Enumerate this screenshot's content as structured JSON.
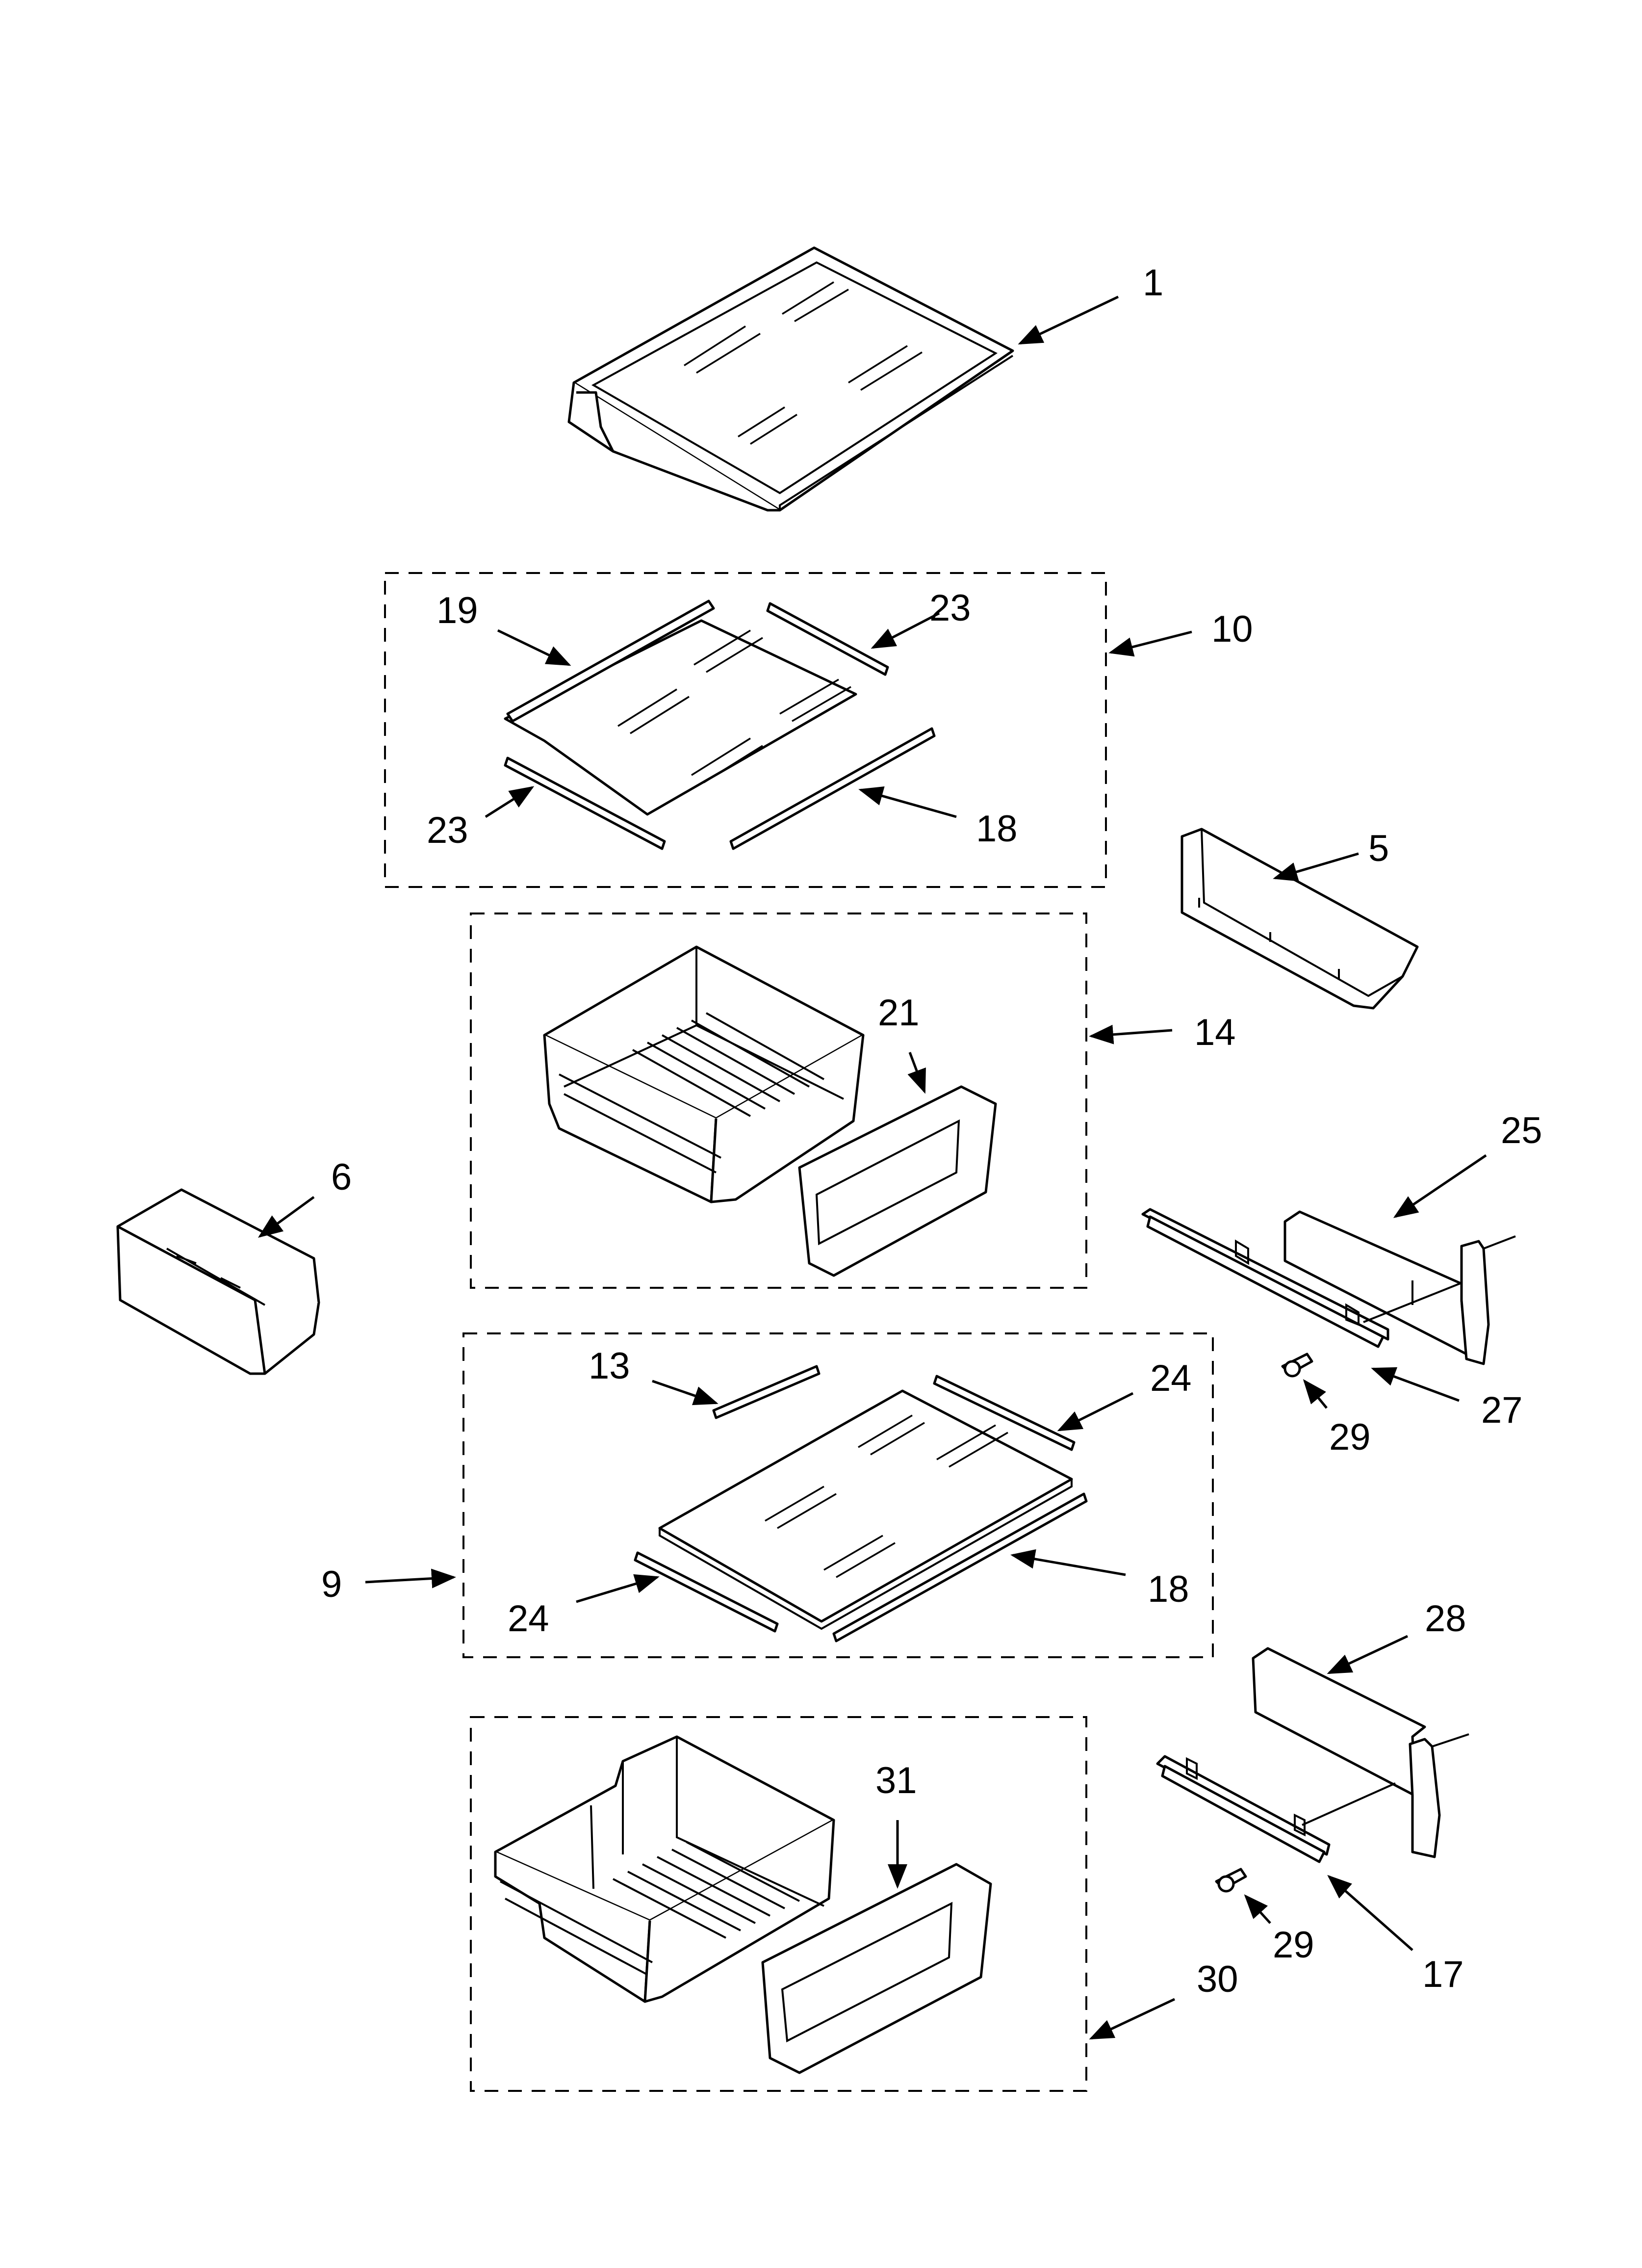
{
  "callouts": {
    "c1": "1",
    "c10": "10",
    "c19": "19",
    "c23a": "23",
    "c23b": "23",
    "c18a": "18",
    "c5": "5",
    "c21": "21",
    "c14": "14",
    "c6": "6",
    "c25": "25",
    "c27": "27",
    "c29a": "29",
    "c13": "13",
    "c24a": "24",
    "c24b": "24",
    "c9": "9",
    "c18b": "18",
    "c28": "28",
    "c31": "31",
    "c29b": "29",
    "c17": "17",
    "c30": "30"
  }
}
